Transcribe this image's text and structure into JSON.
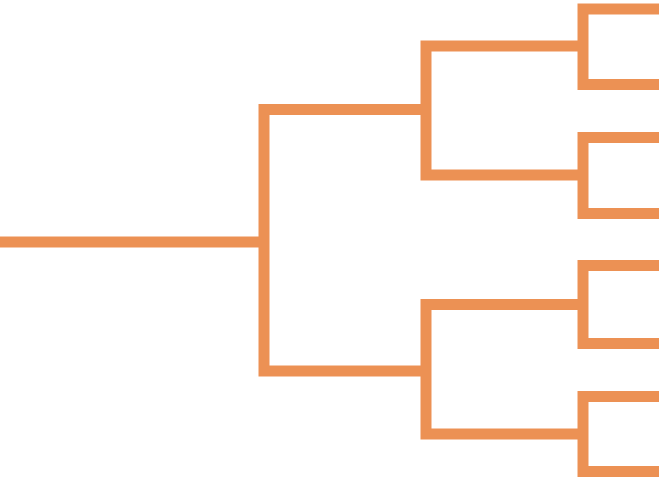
{
  "diagram": {
    "type": "bracket-tree",
    "line_color": "#EC9154",
    "background_color": "#FFFFFF",
    "levels": 3,
    "leaf_count": 8
  }
}
